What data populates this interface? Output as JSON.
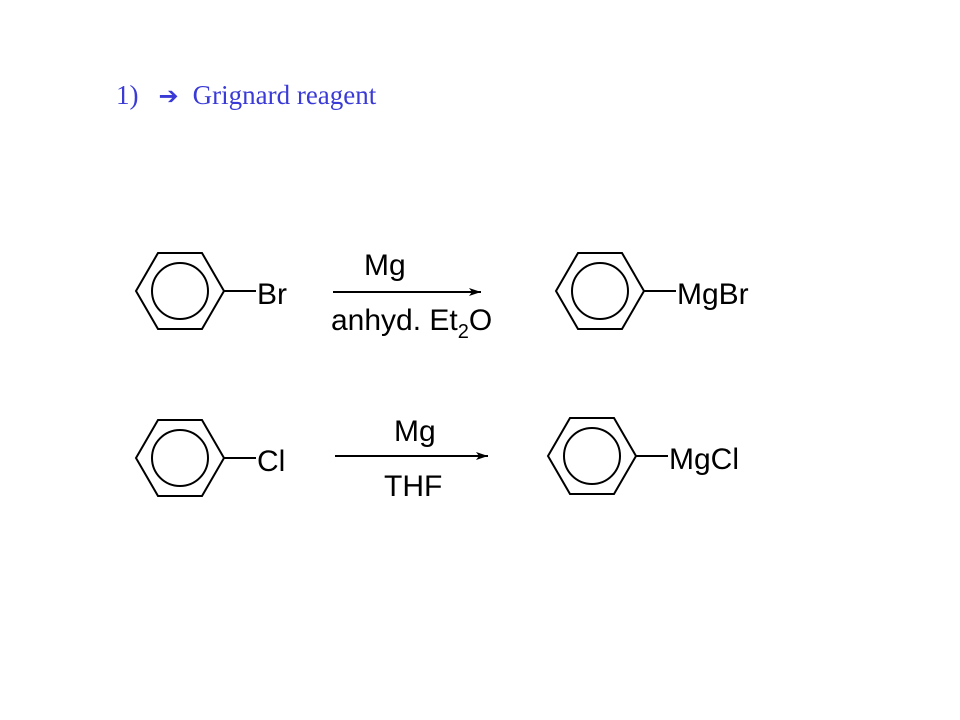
{
  "heading": {
    "number": "1)",
    "arrow": "➔",
    "title": "Grignard reagent"
  },
  "colors": {
    "heading": "#3a3ad6",
    "drawing": "#000000"
  },
  "reactions": [
    {
      "reactant_substituent": "Br",
      "reagent": "Mg",
      "condition_main": "anhyd. Et",
      "condition_subscript": "2",
      "condition_tail": "O",
      "product_substituent": "MgBr"
    },
    {
      "reactant_substituent": "Cl",
      "reagent": "Mg",
      "condition_main": "THF",
      "product_substituent": "MgCl"
    }
  ]
}
